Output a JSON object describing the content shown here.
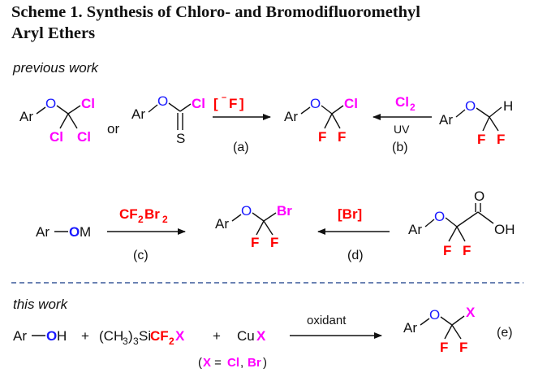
{
  "scheme": {
    "title_line1": "Scheme 1. Synthesis of Chloro- and Bromodifluoromethyl",
    "title_line2": "Aryl Ethers",
    "previous_label": "previous work",
    "this_label": "this work"
  },
  "atoms": {
    "Ar": "Ar",
    "O": "O",
    "Cl": "Cl",
    "F": "F",
    "S": "S",
    "H": "H",
    "Br": "Br",
    "OM_O": "O",
    "OM_M": "M",
    "OH": "OH",
    "or": "or",
    "X": "X"
  },
  "reagents": {
    "r1_left_bracket": "[",
    "r1_charge": "–",
    "r1_F": "F",
    "r1_right_bracket": "]",
    "r1_label": "(a)",
    "r2_Cl": "Cl",
    "r2_sub": "2",
    "r2_cond": "UV",
    "r2_label": "(b)",
    "r3_CF": "CF",
    "r3_sub1": "2",
    "r3_Br": "Br",
    "r3_sub2": "2",
    "r3_label": "(c)",
    "r4": "[Br]",
    "r4_label": "(d)",
    "r5": "oxidant",
    "r5_label": "(e)"
  },
  "this_work": {
    "plus1": "+",
    "reagent_prefix": "(CH",
    "reagent_sub3a": "3",
    "reagent_mid": ")",
    "reagent_sub3b": "3",
    "reagent_Si": "Si",
    "reagent_CF": "CF",
    "reagent_sub2": "2",
    "reagent_X": "X",
    "plus2": "+",
    "Cu": "Cu",
    "CuX": "X",
    "note_open": "(",
    "note_X": "X",
    "note_eq": " = ",
    "note_Cl": "Cl",
    "note_comma": ", ",
    "note_Br": "Br",
    "note_close": ")"
  },
  "colors": {
    "oxygen": "#1a1aff",
    "halogen": "#ff00ff",
    "fluorine": "#ff0000",
    "text": "#111111",
    "divider": "#3a5a9a"
  }
}
